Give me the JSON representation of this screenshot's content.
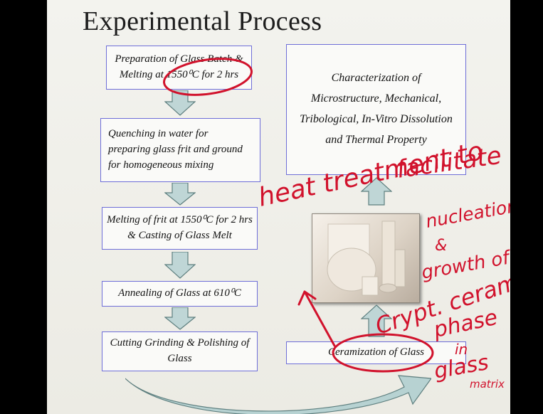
{
  "title": "Experimental Process",
  "steps_left": [
    {
      "text": "Preparation of Glass Batch & Melting at 1550⁰C for 2 hrs"
    },
    {
      "text": "Quenching in water for preparing glass frit and ground for homogeneous mixing"
    },
    {
      "text": "Melting of frit at 1550⁰C for 2 hrs & Casting of Glass Melt"
    },
    {
      "text": "Annealing of Glass at 610⁰C"
    },
    {
      "text": "Cutting Grinding & Polishing of Glass"
    }
  ],
  "characterization": "Characterization of Microstructure, Mechanical, Tribological, In-Vitro Dissolution and Thermal Property",
  "ceramization": "Ceramization of Glass",
  "handwritten": {
    "line1": "heat treatment to",
    "line2": "facilitate",
    "line3": "nucleation",
    "line4": "&",
    "line5": "growth of",
    "line6": "Crypt. ceramic",
    "line7": "phase",
    "line8": "in",
    "line9": "glass",
    "line10": "matrix"
  },
  "colors": {
    "ink": "#d1122c",
    "box_border": "#6e6ed8",
    "arrow_fill": "#bfd6d6"
  }
}
